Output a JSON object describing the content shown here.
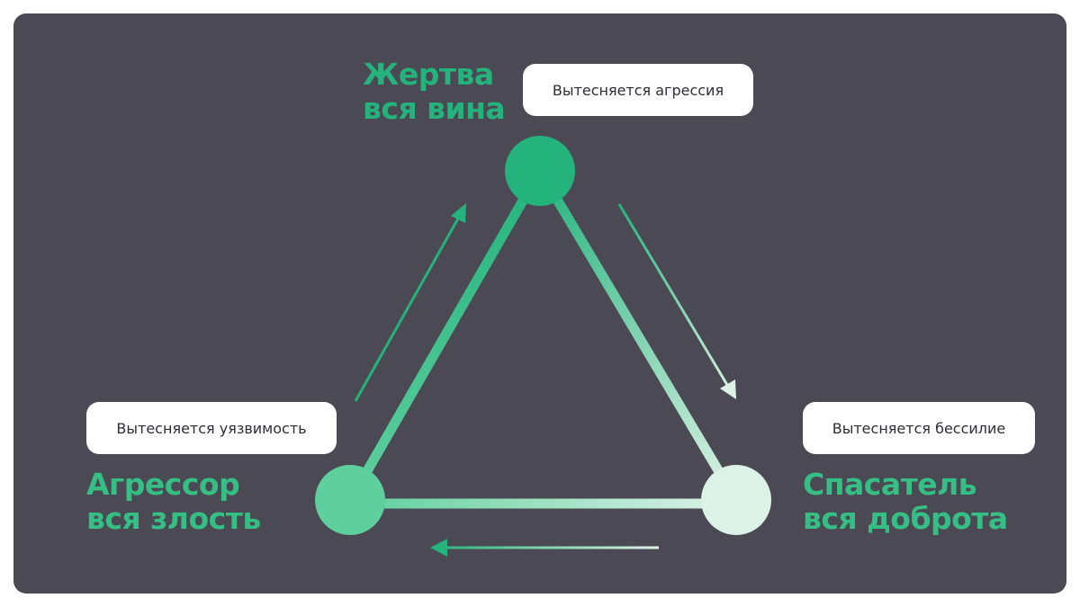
{
  "colors": {
    "panel": "#4b4954",
    "victim_node": "#24b37c",
    "aggressor_node": "#5fcf9e",
    "rescuer_node": "#ddf2e6",
    "victim_text": "#24b37c",
    "aggressor_text": "#35bf85",
    "rescuer_text": "#35bf85"
  },
  "roles": {
    "victim": {
      "title": "Жертва",
      "subtitle": "вся вина",
      "suppressed": "Вытесняется агрессия"
    },
    "aggressor": {
      "title": "Агрессор",
      "subtitle": "вся злость",
      "suppressed": "Вытесняется уязвимость"
    },
    "rescuer": {
      "title": "Спасатель",
      "subtitle": "вся доброта",
      "suppressed": "Вытесняется бессилие"
    }
  },
  "arrows": [
    {
      "from": "aggressor",
      "to": "victim"
    },
    {
      "from": "victim",
      "to": "rescuer"
    },
    {
      "from": "rescuer",
      "to": "aggressor"
    }
  ]
}
